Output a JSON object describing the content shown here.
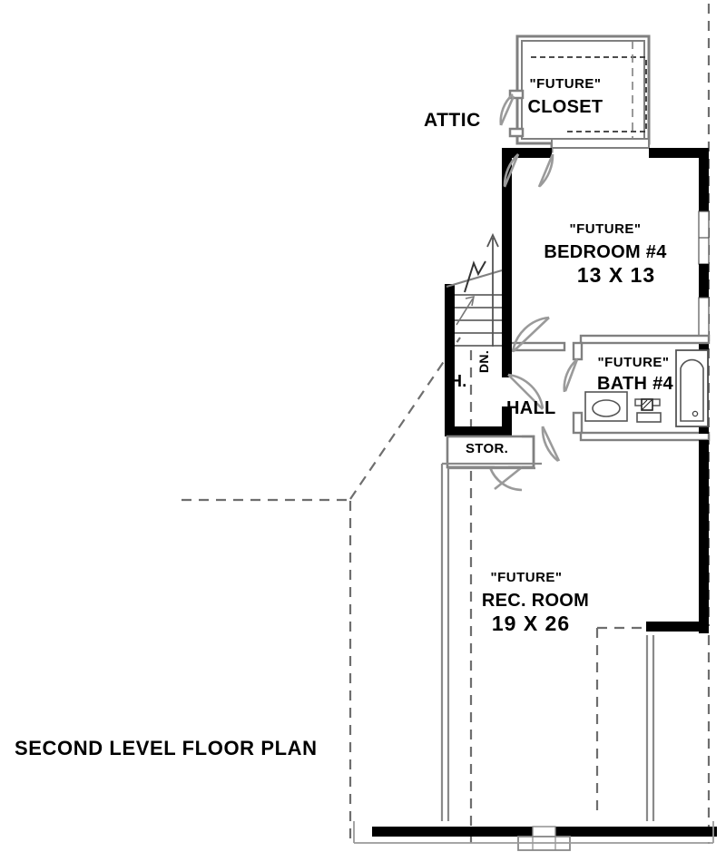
{
  "document": {
    "title": "SECOND LEVEL FLOOR PLAN",
    "type": "architectural-floor-plan",
    "level": "Second Level"
  },
  "title_block": {
    "label": "SECOND LEVEL FLOOR PLAN"
  },
  "rooms": [
    {
      "id": "closet",
      "qualifier": "\"FUTURE\"",
      "name": "CLOSET",
      "dimensions": ""
    },
    {
      "id": "bedroom4",
      "qualifier": "\"FUTURE\"",
      "name": "BEDROOM #4",
      "dimensions": "13 X 13"
    },
    {
      "id": "bath4",
      "qualifier": "\"FUTURE\"",
      "name": "BATH #4",
      "dimensions": ""
    },
    {
      "id": "recroom",
      "qualifier": "\"FUTURE\"",
      "name": "REC. ROOM",
      "dimensions": "19 X 26"
    }
  ],
  "annotations": {
    "attic": "ATTIC",
    "hall": "HALL",
    "hall_short": "H.",
    "stair_direction": "DN.",
    "storage": "STOR."
  },
  "fixtures": [
    {
      "id": "toilet",
      "room": "bath4",
      "name": "toilet"
    },
    {
      "id": "vanity-sink",
      "room": "bath4",
      "name": "vanity sink"
    },
    {
      "id": "mirror",
      "room": "bath4",
      "name": "mirror"
    },
    {
      "id": "tub-shower",
      "room": "bath4",
      "name": "tub shower"
    },
    {
      "id": "stairs",
      "room": "hall",
      "name": "stair run down"
    },
    {
      "id": "closet-shelf",
      "room": "closet",
      "name": "closet shelf and rod"
    }
  ],
  "colors": {
    "wall": "#000000",
    "thin_wall": "#808080",
    "background": "#ffffff",
    "door_swing": "#9a9a9a",
    "dashed": "#6e6e6e",
    "text": "#000000"
  }
}
